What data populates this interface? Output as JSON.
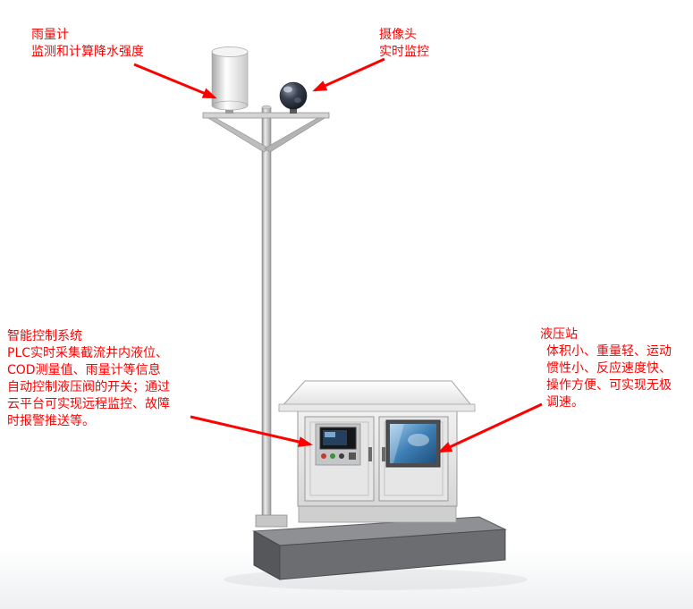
{
  "colors": {
    "annotation_red": "#ff0000"
  },
  "annotations": {
    "rain_gauge": {
      "title": "雨量计",
      "lines": [
        "监测和计算降水强度"
      ]
    },
    "camera": {
      "title": "摄像头",
      "lines": [
        "实时监控"
      ]
    },
    "control_system": {
      "title": "智能控制系统",
      "lines": [
        "PLC实时采集截流井内液位、",
        "COD测量值、雨量计等信息",
        "自动控制液压阀的开关；通过",
        "云平台可实现远程监控、故障",
        "时报警推送等。"
      ]
    },
    "hydraulic_station": {
      "title": "液压站",
      "lines": [
        "体积小、重量轻、运动",
        "惯性小、反应速度快、",
        "操作方便、可实现无极",
        "调速。"
      ]
    }
  }
}
